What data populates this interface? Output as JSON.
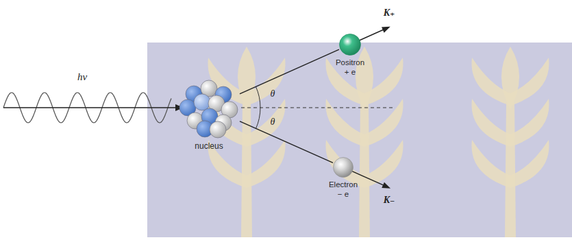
{
  "diagram": {
    "nodes": [
      {
        "text": [
          "nucleus"
        ]
      },
      {
        "text": [
          "Positron",
          "+ e"
        ]
      },
      {
        "text": [
          "Electron",
          "− e"
        ]
      }
    ],
    "edges": [
      {
        "from": 0,
        "to": 1,
        "arrow": "none"
      },
      {
        "from": 0,
        "to": 2,
        "arrow": "none"
      }
    ],
    "labels": [
      "hν",
      "θ",
      "θ",
      "K₊",
      "K₋"
    ]
  }
}
